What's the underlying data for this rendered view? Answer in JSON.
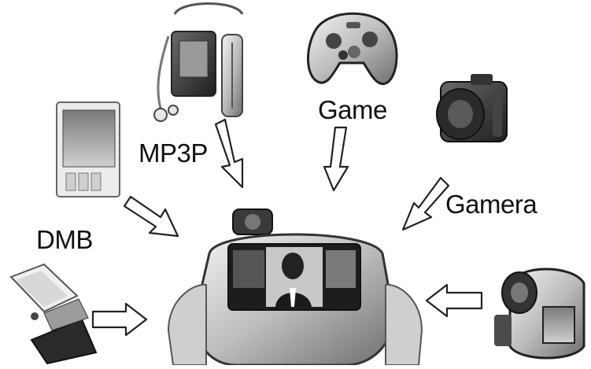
{
  "labels": {
    "mp3p": "MP3P",
    "game": "Game",
    "camera": "Gamera",
    "dmb": "DMB"
  },
  "colors": {
    "outline": "#222222",
    "device_dark": "#3a3a3a",
    "device_mid": "#8a8a8a",
    "device_light": "#d9d9d9",
    "screen": "#555555"
  },
  "icons": {
    "mp3_player": "mp3-player-icon",
    "gamepad": "gamepad-icon",
    "camera": "digital-camera-icon",
    "pda": "dmb-device-icon",
    "laptop": "laptop-icon",
    "camcorder": "camcorder-icon",
    "hub": "handheld-multimedia-device-icon"
  }
}
